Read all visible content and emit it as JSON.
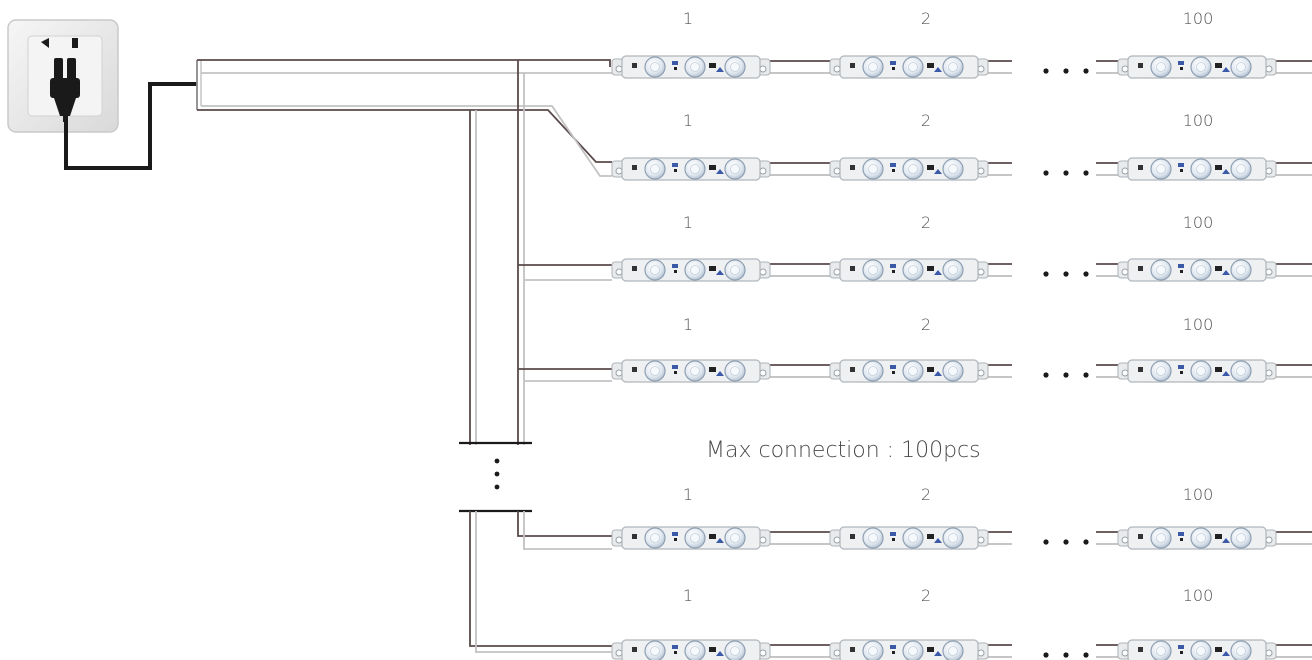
{
  "labels": {
    "row_labels": [
      [
        "1",
        "2",
        "100"
      ],
      [
        "1",
        "2",
        "100"
      ],
      [
        "1",
        "2",
        "100"
      ],
      [
        "1",
        "2",
        "100"
      ],
      [
        "1",
        "2",
        "100"
      ],
      [
        "1",
        "2",
        "100"
      ]
    ],
    "max_connection": "Max connection : 100pcs",
    "ellipsis": "• • •"
  },
  "colors": {
    "wire_dark": "#5a4a4a",
    "wire_light": "#bdbdbd",
    "module_body": "#eef0f2",
    "module_edge": "#b9bec4",
    "lens": "#dde6ef",
    "plug": "#1a1a1a",
    "socket_plate": "#ececec"
  },
  "icons": [
    "wall-socket-icon",
    "plug-icon",
    "led-module-icon"
  ]
}
